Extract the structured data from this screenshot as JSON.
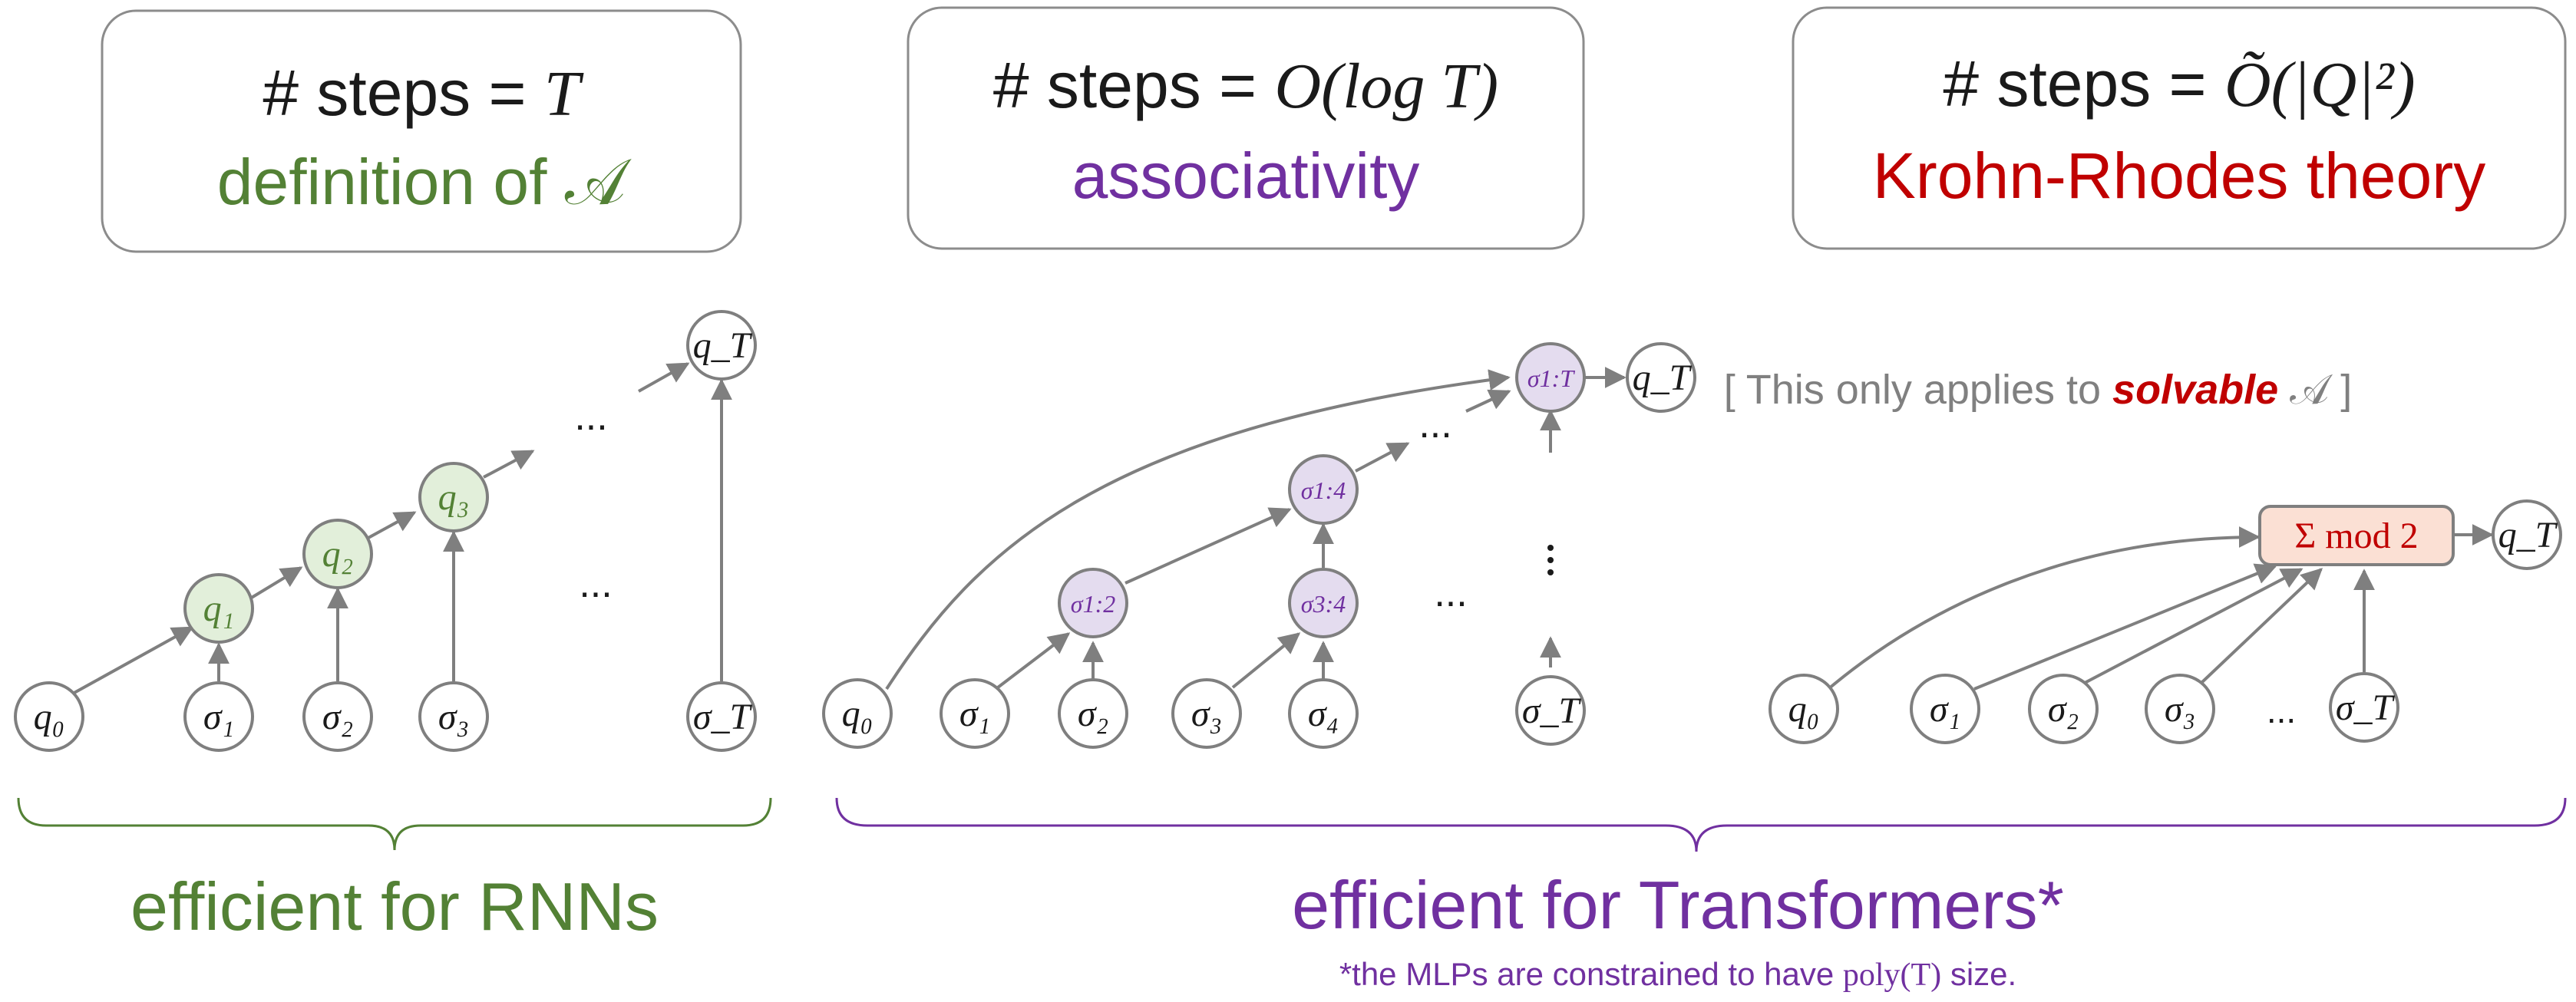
{
  "colors": {
    "green": "#538135",
    "purple": "#7030a0",
    "red": "#c00000",
    "gray": "#808080",
    "text": "#1a1a1a",
    "node_stroke": "#7f7f7f",
    "green_fill": "#e2efda",
    "purple_fill": "#e4dcef",
    "orange_fill": "#fbe0d4"
  },
  "panels": [
    {
      "steps_prefix": "# steps = ",
      "steps_value": "T",
      "caption": "definition of 𝒜",
      "caption_color": "green"
    },
    {
      "steps_prefix": "# steps = ",
      "steps_value": "O(log T)",
      "caption": "associativity",
      "caption_color": "purple"
    },
    {
      "steps_prefix": "# steps = ",
      "steps_value": "Õ(|Q|²)",
      "caption": "Krohn-Rhodes theory",
      "caption_color": "red"
    }
  ],
  "rnn_diagram": {
    "inputs": [
      "q₀",
      "σ₁",
      "σ₂",
      "σ₃",
      "σ_T"
    ],
    "states": [
      "q₁",
      "q₂",
      "q₃"
    ],
    "final_state": "q_T",
    "ellipsis": "..."
  },
  "scan_diagram": {
    "inputs": [
      "q₀",
      "σ₁",
      "σ₂",
      "σ₃",
      "σ₄",
      "σ_T"
    ],
    "inner_nodes": [
      "σ1:2",
      "σ3:4",
      "σ1:4",
      "σ1:T"
    ],
    "final_state": "q_T",
    "ellipsis": "..."
  },
  "kr_diagram": {
    "note_prefix": "[ This only applies to ",
    "note_emphasis": "solvable",
    "note_suffix": " 𝒜 ]",
    "inputs": [
      "q₀",
      "σ₁",
      "σ₂",
      "σ₃",
      "σ_T"
    ],
    "box_label": "Σ mod 2",
    "final_state": "q_T",
    "ellipsis": "..."
  },
  "footer": {
    "rnn_label": "efficient for RNNs",
    "transformer_label": "efficient for Transformers*",
    "footnote_prefix": "*the MLPs are constrained to have ",
    "footnote_poly": "poly(T)",
    "footnote_suffix": " size."
  }
}
